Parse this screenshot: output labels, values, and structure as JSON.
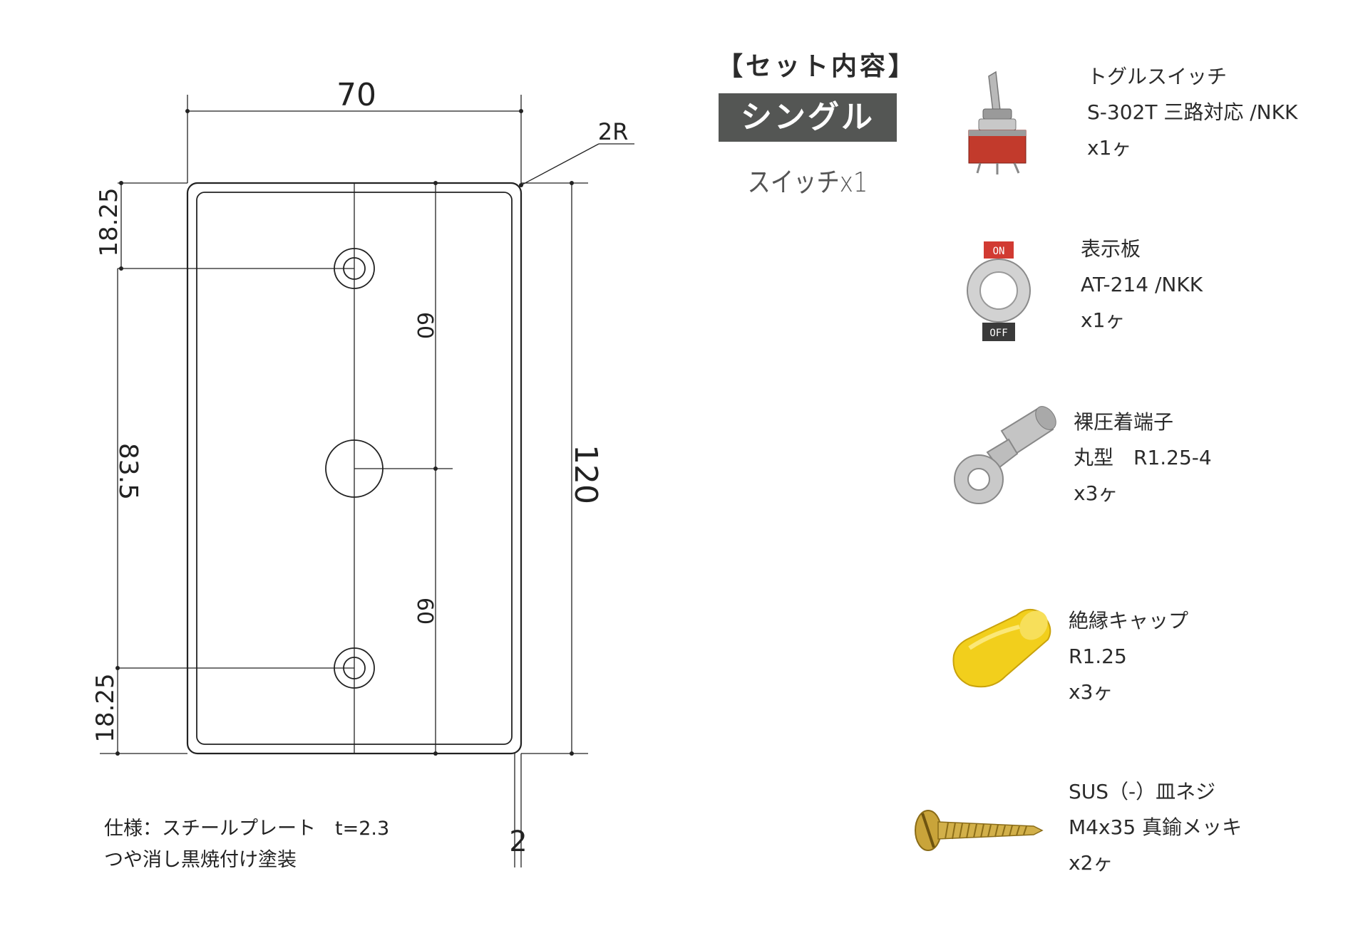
{
  "diagram": {
    "dimensions": {
      "width": "70",
      "height": "120",
      "corner_radius": "2R",
      "top_offset": "18.25",
      "middle_span": "83.5",
      "bottom_offset": "18.25",
      "upper_pitch": "60",
      "lower_pitch": "60",
      "thickness": "2"
    },
    "spec_line1": "仕様：スチールプレート　t=2.3",
    "spec_line2": "つや消し黒焼付け塗装"
  },
  "set_contents": {
    "title": "【セット内容】",
    "badge": "シングル",
    "subtitle": "スイッチx1",
    "badge_color": "#545654"
  },
  "items": [
    {
      "icon": "toggle-switch-icon",
      "name": "トグルスイッチ",
      "spec": "S-302T 三路対応 /NKK",
      "qty": "x1ヶ"
    },
    {
      "icon": "on-off-plate-icon",
      "name": "表示板",
      "spec": "AT-214 /NKK",
      "qty": "x1ヶ",
      "on_label": "ON",
      "off_label": "OFF"
    },
    {
      "icon": "ring-terminal-icon",
      "name": "裸圧着端子",
      "spec": "丸型　R1.25-4",
      "qty": "x3ヶ"
    },
    {
      "icon": "insulation-cap-icon",
      "name": "絶縁キャップ",
      "spec": "R1.25",
      "qty": "x3ヶ",
      "color": "#f2cf1c"
    },
    {
      "icon": "brass-screw-icon",
      "name": "SUS（-）皿ネジ",
      "spec": "M4x35 真鍮メッキ",
      "qty": "x2ヶ",
      "color": "#c9a43a"
    }
  ]
}
